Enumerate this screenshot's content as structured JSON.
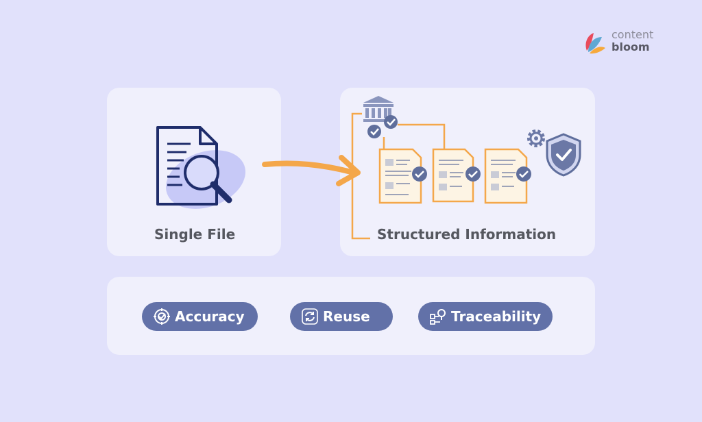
{
  "brand": {
    "line1": "content",
    "line2": "bloom"
  },
  "left_card": {
    "label": "Single File"
  },
  "right_card": {
    "label": "Structured Information"
  },
  "benefits": [
    {
      "label": "Accuracy",
      "icon": "target-check-icon"
    },
    {
      "label": "Reuse",
      "icon": "refresh-icon"
    },
    {
      "label": "Traceability",
      "icon": "trace-icon"
    }
  ],
  "colors": {
    "background": "#e1e1fb",
    "card": "#f0f0fc",
    "navy": "#1f2d6b",
    "orange": "#f4a74a",
    "pill": "#6271a8",
    "check": "#5f6e9c"
  }
}
